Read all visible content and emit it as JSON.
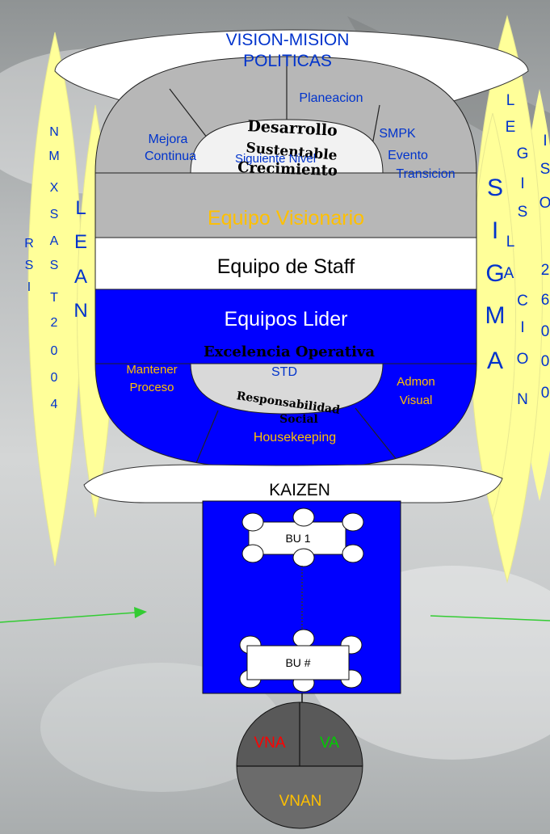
{
  "top": {
    "line1": "VISION-MISION",
    "line2": "POLITICAS"
  },
  "dome": {
    "planeacion": "Planeacion",
    "mejora1": "Mejora",
    "mejora2": "Continua",
    "smpk": "SMPK",
    "evento1": "Evento",
    "evento2": "Transicion",
    "desarrollo": "Desarrollo",
    "sustentable": "Sustentable",
    "siguiente_nivel": "Siguiente Nivel",
    "crecimiento": "Crecimiento"
  },
  "bands": {
    "visionario": "Equipo Visionario",
    "staff": "Equipo de Staff",
    "lider": "Equipos Lider"
  },
  "bowl": {
    "mantener1": "Mantener",
    "mantener2": "Proceso",
    "excelencia": "Excelencia Operativa",
    "std": "STD",
    "admon1": "Admon",
    "admon2": "Visual",
    "responsabilidad": "Responsabilidad",
    "social": "Social",
    "housekeeping": "Housekeeping"
  },
  "kaizen": "KAIZEN",
  "bu": {
    "first": "BU 1",
    "last": "BU #"
  },
  "circle": {
    "vna": "VNA",
    "va": "VA",
    "vnan": "VNAN"
  },
  "left_outer": [
    "R",
    "S",
    "I"
  ],
  "left_mid": [
    "N",
    "M",
    "X",
    "S",
    "A",
    "S",
    "T",
    "2",
    "0",
    "0",
    "4"
  ],
  "left_inner": [
    "L",
    "E",
    "A",
    "N"
  ],
  "right_sigma": [
    "S",
    "I",
    "G",
    "M",
    "A"
  ],
  "right_legis": [
    "L",
    "E",
    "G",
    "I",
    "S",
    "L",
    "A",
    "C",
    "I",
    "O",
    "N"
  ],
  "right_iso": [
    "I",
    "S",
    "O",
    "2",
    "6",
    "0",
    "0",
    "0"
  ],
  "colors": {
    "yellow": "#ffff99",
    "blue": "#0000ff",
    "gray": "#b7b7b7",
    "orange": "#ffc000",
    "text_blue": "#0033cc",
    "vna": "#ff0000",
    "va": "#00cc00",
    "arrow": "#33cc33"
  }
}
